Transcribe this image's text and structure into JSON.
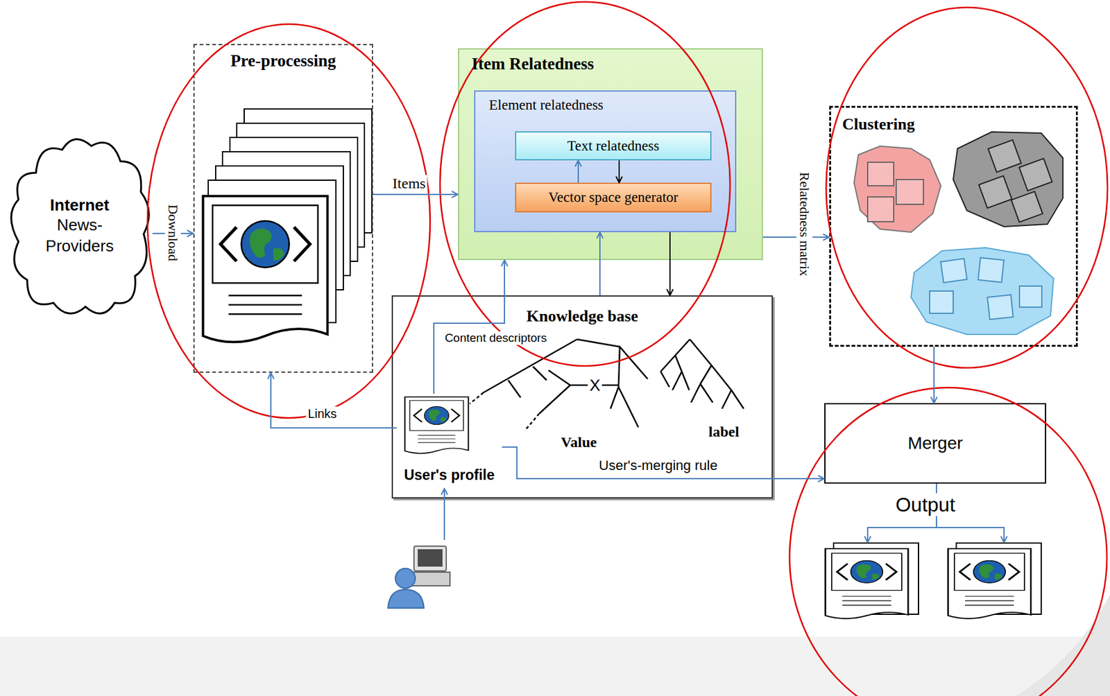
{
  "diagram": {
    "nodes": [
      {
        "text": [
          "Internet",
          "News- Providers"
        ]
      },
      {
        "text": [
          "Pre-processing"
        ]
      },
      {
        "text": [
          "Item Relatedness"
        ]
      },
      {
        "text": [
          "Element relatedness"
        ],
        "in": 2
      },
      {
        "text": [
          "Text relatedness"
        ],
        "in": 3
      },
      {
        "text": [
          "Vector space generator"
        ],
        "in": 3
      },
      {
        "text": [
          "Clustering"
        ]
      },
      {
        "text": [
          "Knowledge base"
        ]
      },
      {
        "text": [
          "User's profile"
        ],
        "in": 7
      },
      {
        "text": [
          "Merger"
        ]
      }
    ],
    "edges": [
      {
        "from": 0,
        "to": 1,
        "label": "Download",
        "arrow": "to"
      },
      {
        "from": 1,
        "to": 2,
        "label": "Items",
        "arrow": "to"
      },
      {
        "from": 5,
        "to": 4,
        "arrow": "to"
      },
      {
        "from": 4,
        "to": 5,
        "arrow": "to"
      },
      {
        "from": 2,
        "to": 6,
        "label": "Relatedness matrix",
        "arrow": "to"
      },
      {
        "from": 7,
        "to": 3,
        "arrow": "to"
      },
      {
        "from": 3,
        "to": 7,
        "arrow": "to"
      },
      {
        "from": 8,
        "to": 1,
        "label": "Links",
        "arrow": "to"
      },
      {
        "from": 8,
        "to": 2,
        "label": "Content descriptors",
        "arrow": "to"
      },
      {
        "from": 8,
        "to": 9,
        "label": "User's-merging rule",
        "arrow": "to"
      },
      {
        "from": 6,
        "to": 9,
        "arrow": "to"
      }
    ],
    "labels": [
      "X",
      "Value",
      "label",
      "Output"
    ]
  }
}
